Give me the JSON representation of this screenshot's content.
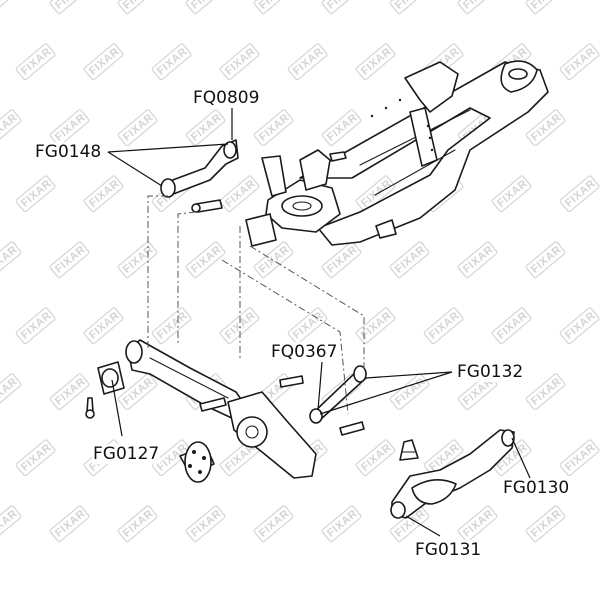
{
  "watermark": {
    "brand": "FIXAR"
  },
  "labels": {
    "fq0809": "FQ0809",
    "fg0148": "FG0148",
    "fq0367": "FQ0367",
    "fg0132": "FG0132",
    "fg0127": "FG0127",
    "fg0130": "FG0130",
    "fg0131": "FG0131"
  },
  "colors": {
    "line": "#1a1a1a",
    "watermark": "#d4d4d4",
    "background": "#ffffff"
  }
}
